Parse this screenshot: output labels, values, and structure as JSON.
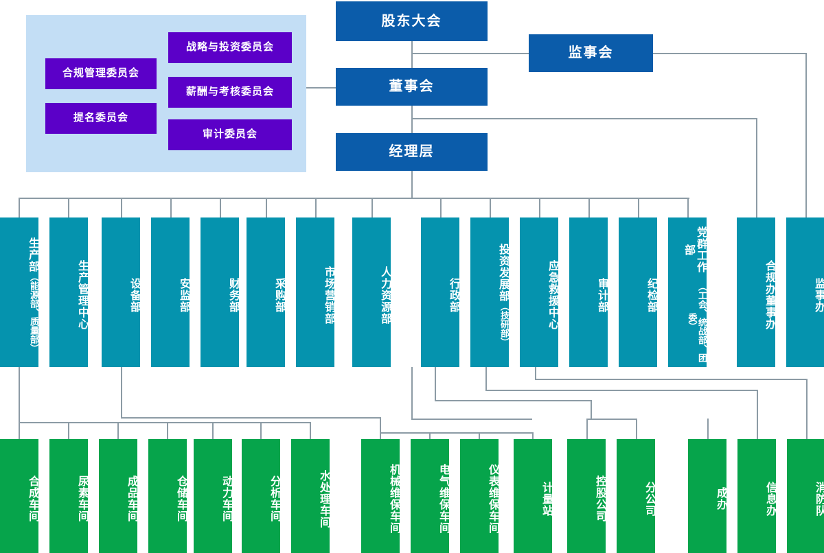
{
  "chart": {
    "title_text": "",
    "colors": {
      "governance": "#0B5CAA",
      "committee": "#5B00C8",
      "panel": "#C3DEF5",
      "department": "#0593AE",
      "unit": "#06A44B",
      "connector": "#8C9BA5",
      "background": "#FFFFFF"
    }
  },
  "governance": {
    "shareholders_meeting": "股东大会",
    "board_of_directors": "董事会",
    "board_of_supervisors": "监事会",
    "management": "经理层"
  },
  "committees": {
    "left_column": [
      {
        "label": "合规管理委员会"
      },
      {
        "label": "提名委员会"
      }
    ],
    "right_column": [
      {
        "label": "战略与投资委员会"
      },
      {
        "label": "薪酬与考核委员会"
      },
      {
        "label": "审计委员会"
      }
    ]
  },
  "departments": [
    {
      "main": "生产部",
      "sub": "（能源部、质量部）"
    },
    {
      "main": "生产管理中心",
      "sub": ""
    },
    {
      "main": "设备部",
      "sub": ""
    },
    {
      "main": "安监部",
      "sub": ""
    },
    {
      "main": "财务部",
      "sub": ""
    },
    {
      "main": "采购部",
      "sub": ""
    },
    {
      "main": "市场营销部",
      "sub": ""
    },
    {
      "main": "人力资源部",
      "sub": ""
    },
    {
      "main": "行政部",
      "sub": ""
    },
    {
      "main": "投资发展部",
      "sub": "（技研部）"
    },
    {
      "main": "应急救援中心",
      "sub": ""
    },
    {
      "main": "审计部",
      "sub": ""
    },
    {
      "main": "纪检部",
      "sub": ""
    },
    {
      "main": "党群工作部",
      "sub": "（工会、统战部、团委）"
    },
    {
      "main": "合规办董事办",
      "sub": ""
    },
    {
      "main": "监事办",
      "sub": ""
    }
  ],
  "units": [
    {
      "label": "合成车间"
    },
    {
      "label": "尿素车间"
    },
    {
      "label": "成品车间"
    },
    {
      "label": "仓储车间"
    },
    {
      "label": "动力车间"
    },
    {
      "label": "分析车间"
    },
    {
      "label": "水处理车间"
    },
    {
      "label": "机械维保车间"
    },
    {
      "label": "电气维保车间"
    },
    {
      "label": "仪表维保车间"
    },
    {
      "label": "计量站"
    },
    {
      "label": "控股公司"
    },
    {
      "label": "分公司"
    },
    {
      "label": "成办"
    },
    {
      "label": "信息办"
    },
    {
      "label": "消防队"
    }
  ]
}
